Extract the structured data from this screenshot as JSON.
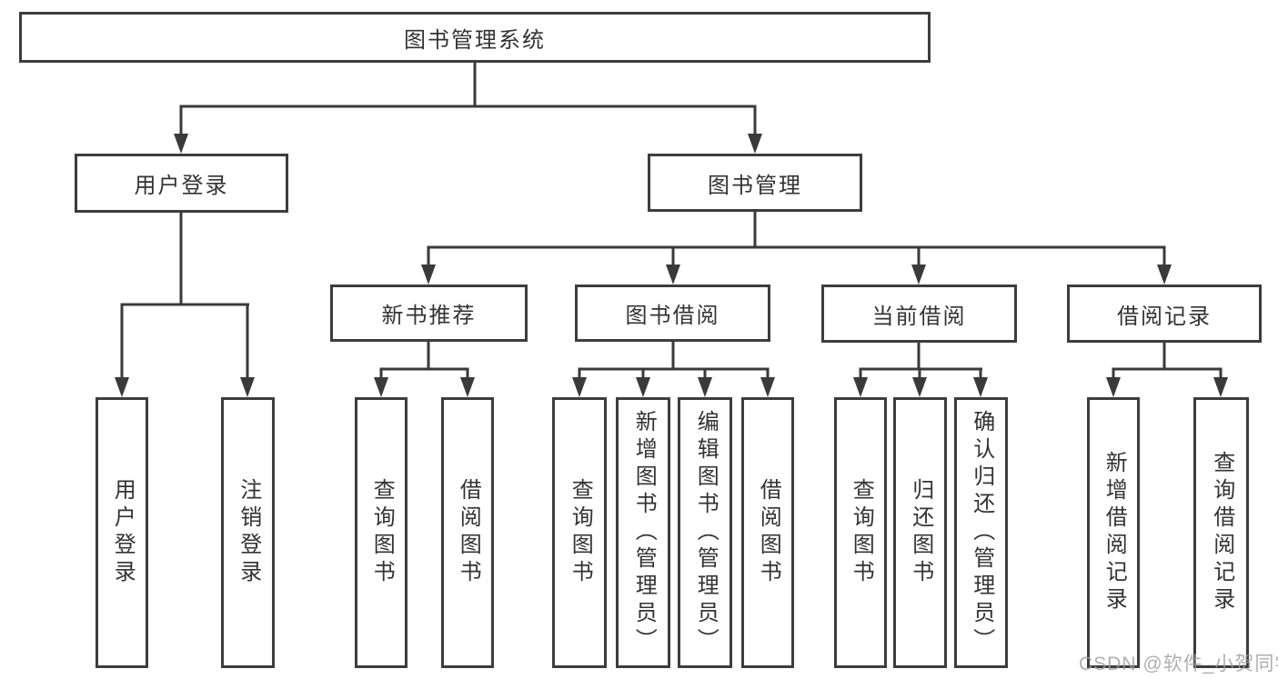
{
  "diagram": {
    "root": {
      "label": "图书管理系统"
    },
    "branches": [
      {
        "label": "用户登录",
        "children": [
          "用户登录",
          "注销登录"
        ]
      },
      {
        "label": "图书管理",
        "children": [
          {
            "label": "新书推荐",
            "children": [
              "查询图书",
              "借阅图书"
            ]
          },
          {
            "label": "图书借阅",
            "children": [
              "查询图书",
              "新增图书（管理员）",
              "编辑图书（管理员）",
              "借阅图书"
            ]
          },
          {
            "label": "当前借阅",
            "children": [
              "查询图书",
              "归还图书",
              "确认归还（管理员）"
            ]
          },
          {
            "label": "借阅记录",
            "children": [
              "新增借阅记录",
              "查询借阅记录"
            ]
          }
        ]
      }
    ]
  },
  "watermark": {
    "text": "CSDN @软件_小贺同学"
  },
  "colors": {
    "line": "#3a3a3a",
    "box_border": "#3d3d3d",
    "text": "#333333",
    "watermark": "#9e9e9e",
    "background": "#ffffff"
  }
}
